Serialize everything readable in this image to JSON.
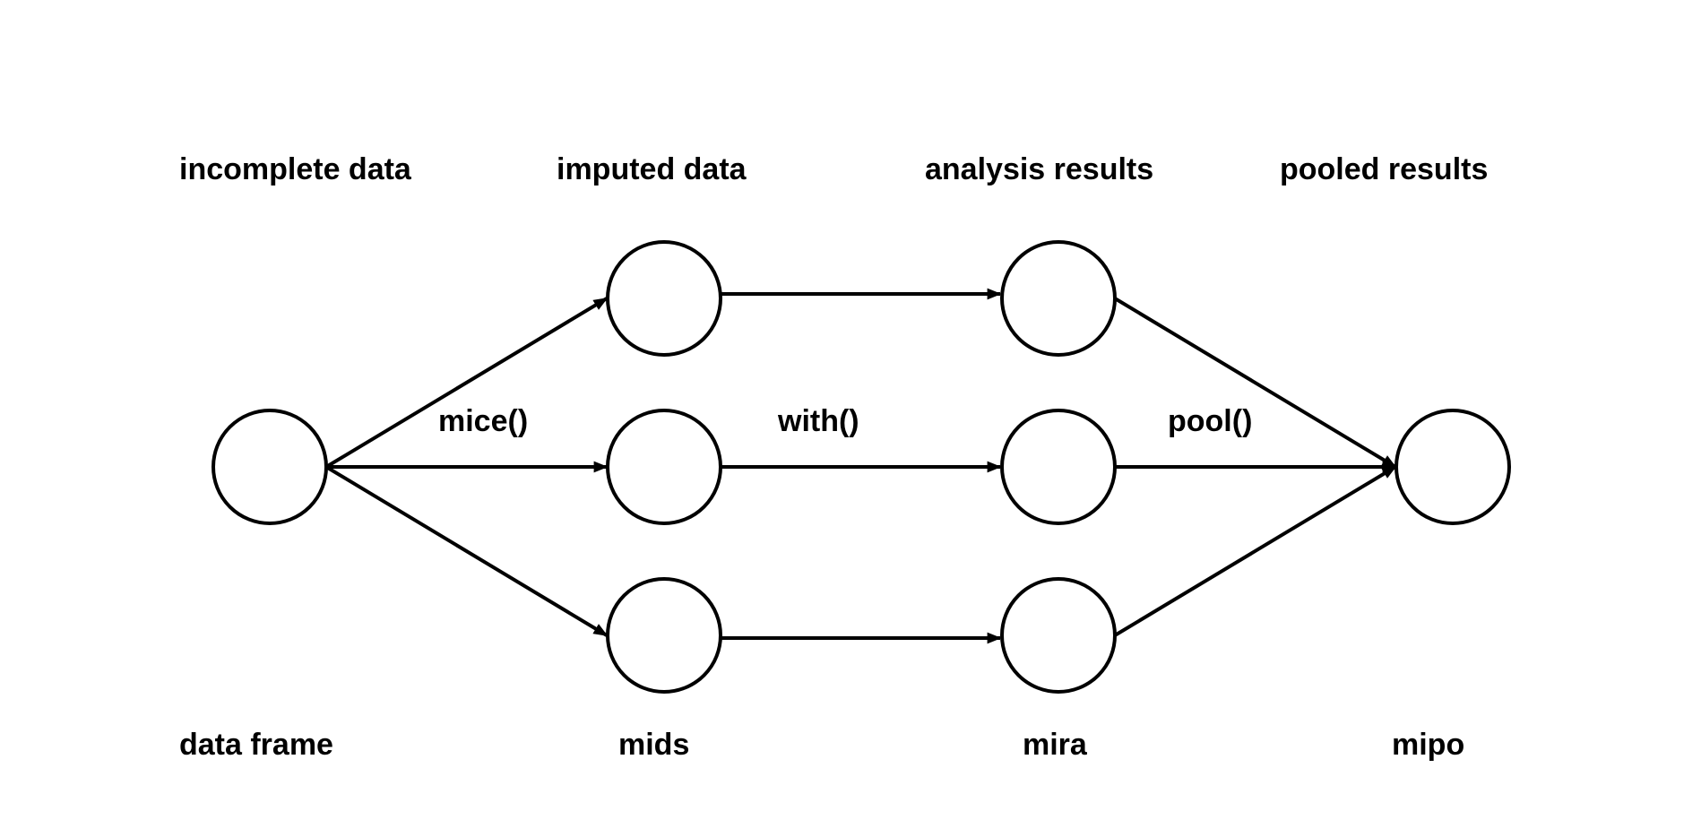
{
  "stages": {
    "incomplete": "incomplete data",
    "imputed": "imputed data",
    "analysis": "analysis results",
    "pooled": "pooled results"
  },
  "classes": {
    "data_frame": "data frame",
    "mids": "mids",
    "mira": "mira",
    "mipo": "mipo"
  },
  "functions": {
    "mice": "mice()",
    "with": "with()",
    "pool": "pool()"
  },
  "colors": {
    "stroke": "#000000",
    "node_fill": "#ffffff",
    "background": "#ffffff"
  }
}
